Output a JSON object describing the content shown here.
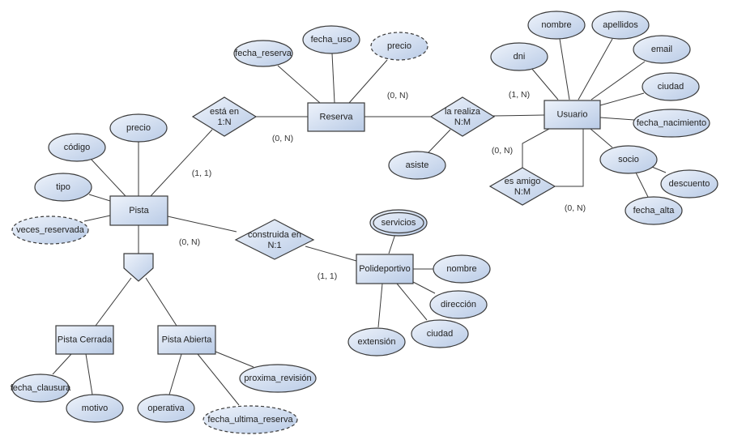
{
  "entities": {
    "pista": "Pista",
    "reserva": "Reserva",
    "usuario": "Usuario",
    "polideportivo": "Polideportivo",
    "pista_cerrada": "Pista Cerrada",
    "pista_abierta": "Pista Abierta"
  },
  "relationships": {
    "esta_en": [
      "está en",
      "1:N"
    ],
    "la_realiza": [
      "la realiza",
      "N:M"
    ],
    "es_amigo": [
      "es amigo",
      "N:M"
    ],
    "construida_en": [
      "construida en",
      "N:1"
    ]
  },
  "attributes": {
    "pista_codigo": "código",
    "pista_precio": "precio",
    "pista_tipo": "tipo",
    "pista_veces_reservada": "veces_reservada",
    "reserva_fecha_reserva": "fecha_reserva",
    "reserva_fecha_uso": "fecha_uso",
    "reserva_precio": "precio",
    "la_realiza_asiste": "asiste",
    "usuario_dni": "dni",
    "usuario_nombre": "nombre",
    "usuario_apellidos": "apellidos",
    "usuario_email": "email",
    "usuario_ciudad": "ciudad",
    "usuario_fecha_nacimiento": "fecha_nacimiento",
    "usuario_socio": "socio",
    "socio_descuento": "descuento",
    "socio_fecha_alta": "fecha_alta",
    "poli_servicios": "servicios",
    "poli_nombre": "nombre",
    "poli_direccion": "dirección",
    "poli_ciudad": "ciudad",
    "poli_extension": "extensión",
    "cerrada_fecha_clausura": "fecha_clausura",
    "cerrada_motivo": "motivo",
    "abierta_operativa": "operativa",
    "abierta_fecha_ultima_reserva": "fecha_ultima_reserva",
    "abierta_proxima_revision": "proxima_revisión"
  },
  "cardinalities": {
    "pista_esta_en": "(1, 1)",
    "reserva_esta_en": "(0, N)",
    "reserva_la_realiza": "(0, N)",
    "usuario_la_realiza": "(1, N)",
    "usuario_es_amigo_top": "(0, N)",
    "usuario_es_amigo_bottom": "(0, N)",
    "pista_construida_en": "(0, N)",
    "poli_construida_en": "(1, 1)"
  },
  "colors": {
    "fill_light": "#eef3fb",
    "fill_dark": "#b9cbe6",
    "stroke": "#3a3a3a"
  }
}
